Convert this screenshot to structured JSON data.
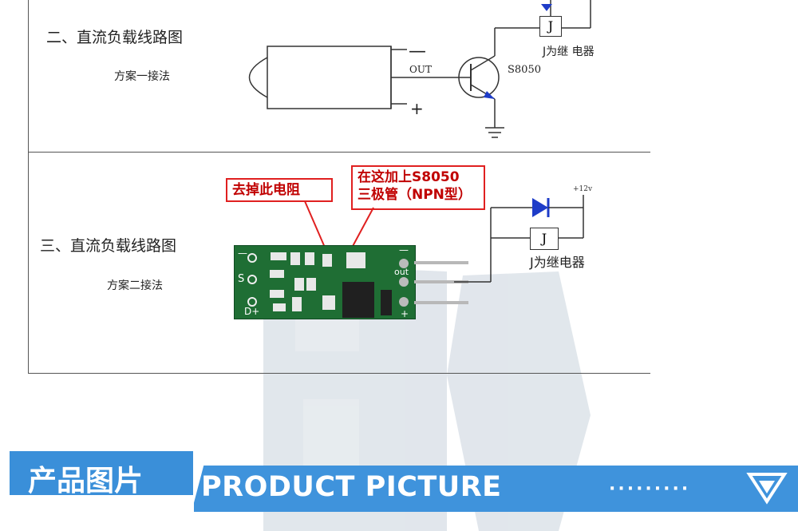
{
  "section2": {
    "title": "二、直流负载线路图",
    "method": "方案一接法",
    "out_label": "OUT",
    "minus": "—",
    "plus": "+",
    "transistor": "S8050",
    "relay_letter": "J",
    "relay_caption": "J为继 电器"
  },
  "section3": {
    "title": "三、直流负载线路图",
    "method": "方案二接法",
    "callout_left": "去掉此电阻",
    "callout_right_line1": "在这加上S8050",
    "callout_right_line2": "三极管（NPN型）",
    "voltage": "+12v",
    "relay_letter": "J",
    "relay_caption": "J为继电器",
    "pcb_pin_minus": "—",
    "pcb_pin_out": "out",
    "pcb_pin_plus": "+",
    "pcb_left_minus": "—",
    "pcb_left_s": "S",
    "pcb_left_dplus": "D+"
  },
  "banner": {
    "cn": "产品图片",
    "en": "PRODUCT PICTURE",
    "dots": "·········"
  },
  "colors": {
    "banner_blue": "#3f93dc",
    "callout_red": "#e02020",
    "pcb_green": "#1f6e34",
    "diode_blue": "#1e3cc8"
  }
}
